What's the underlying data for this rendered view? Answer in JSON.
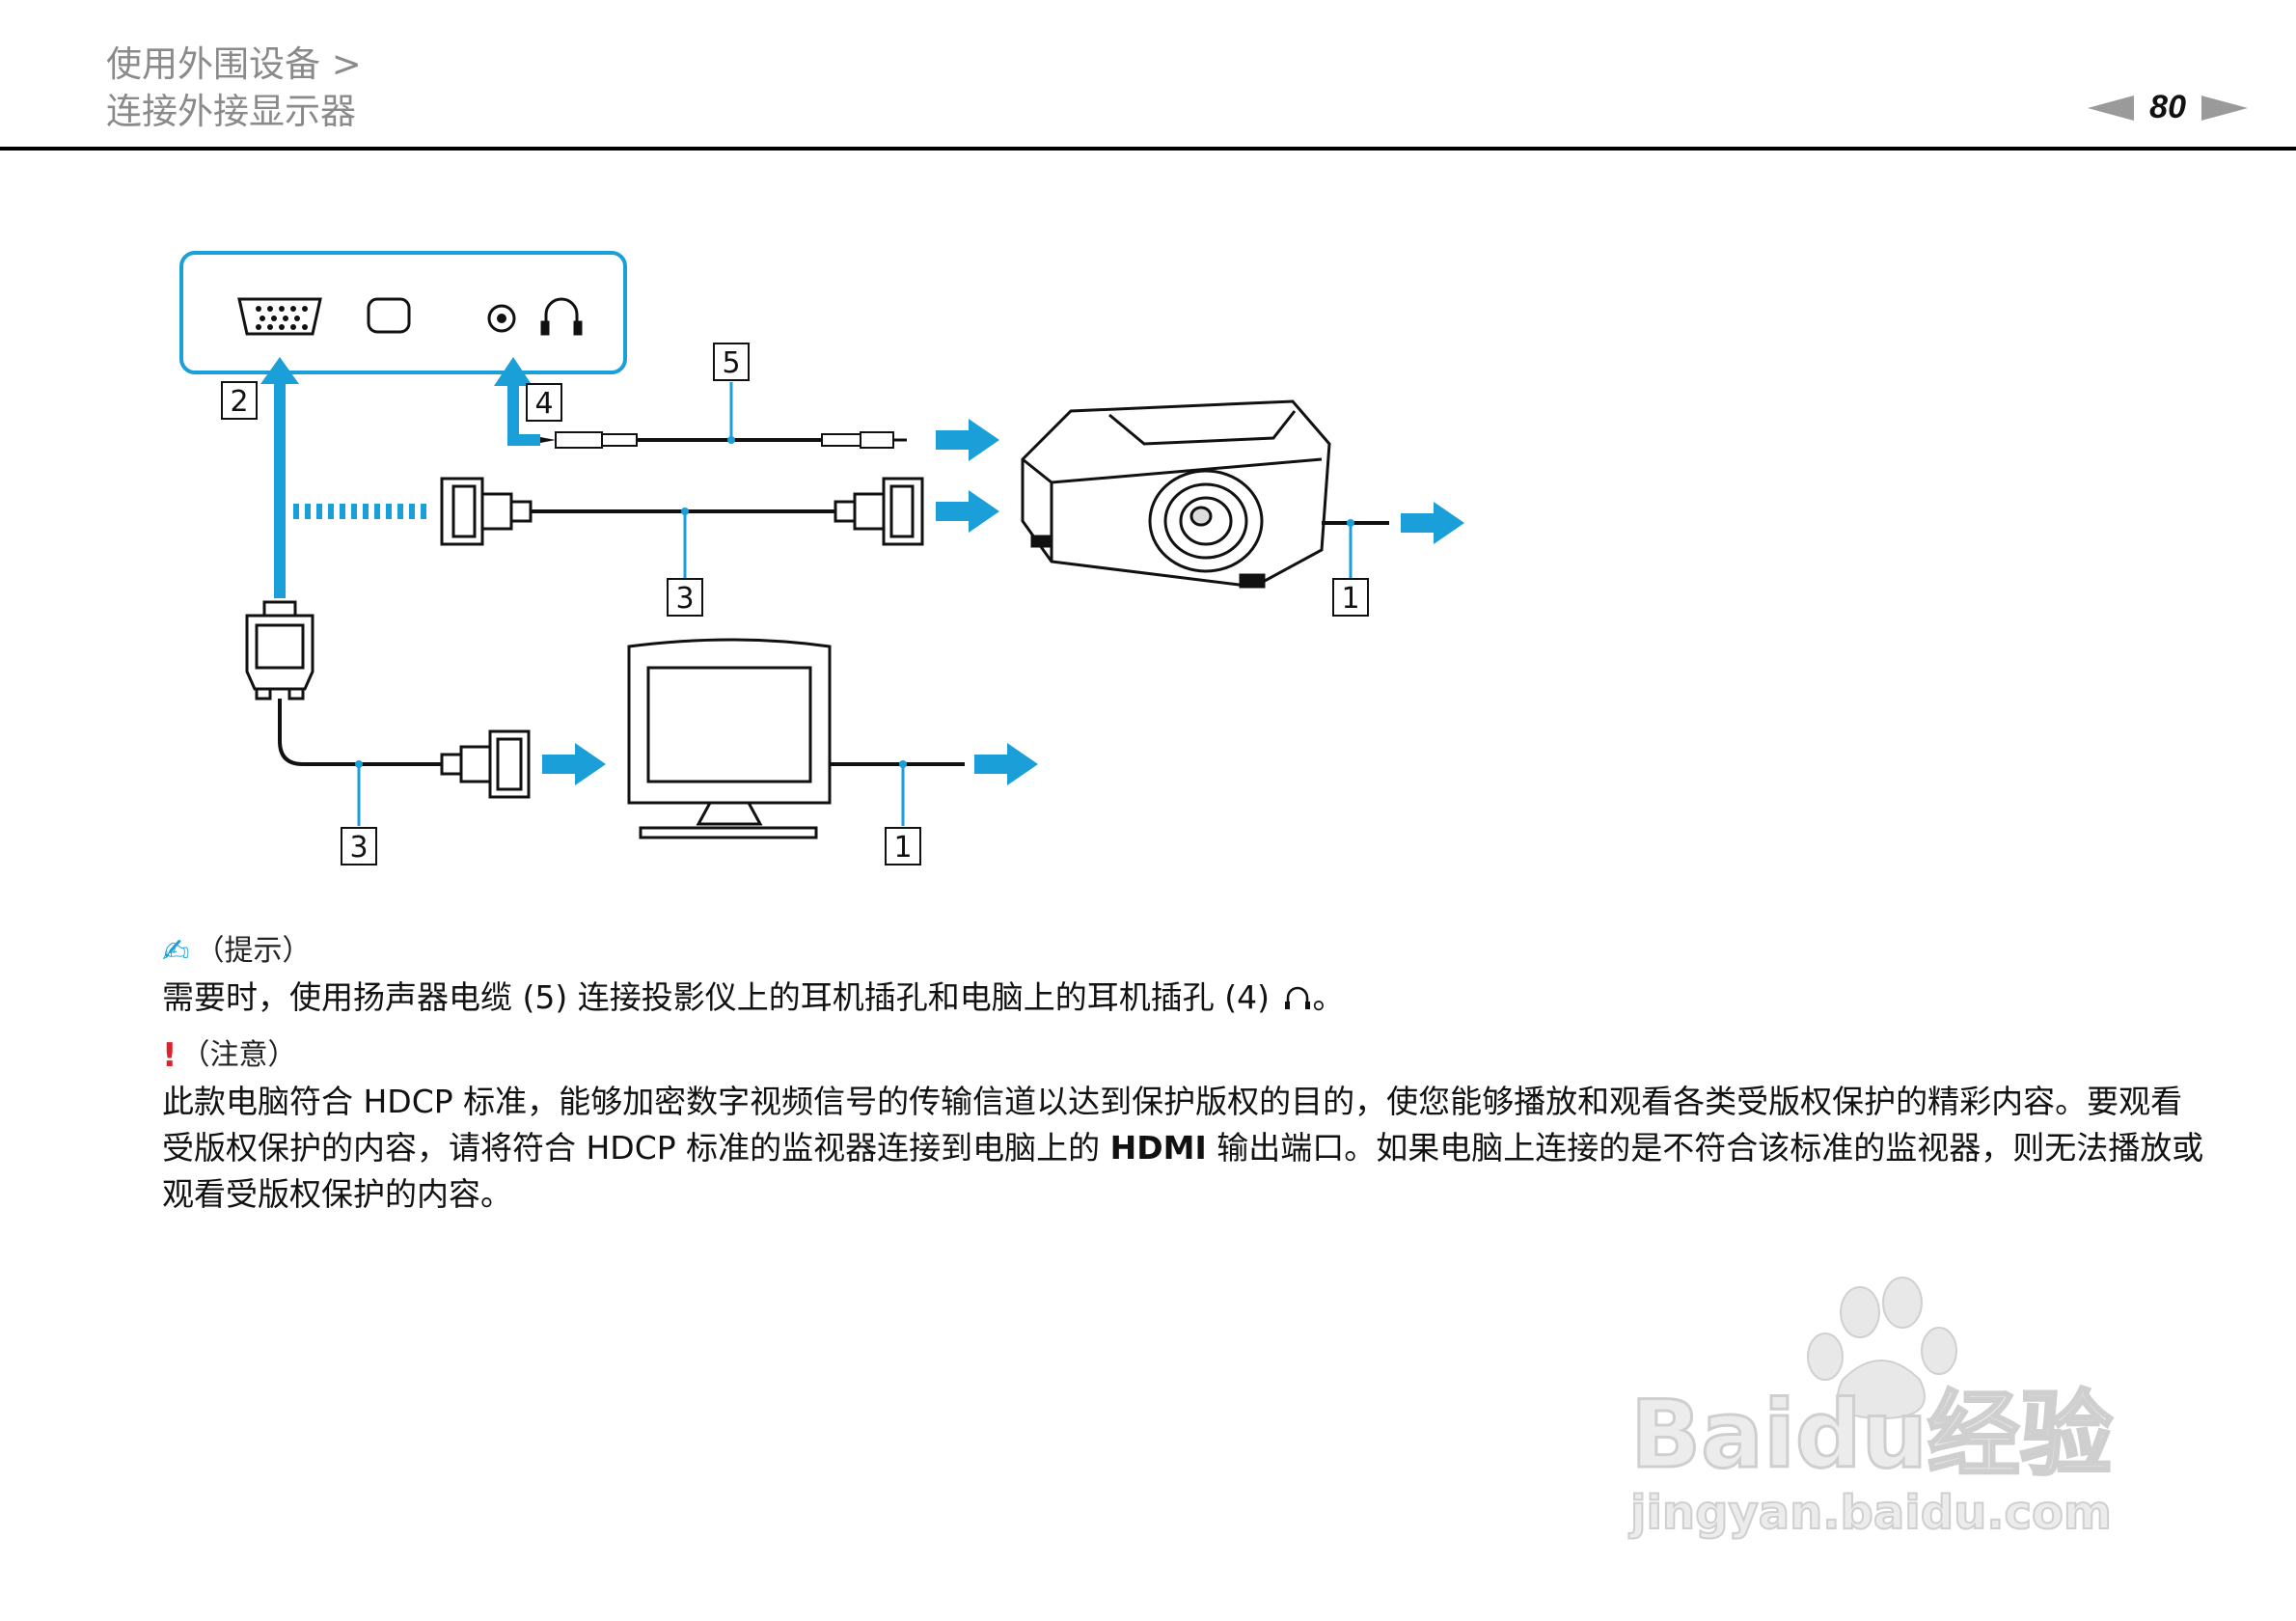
{
  "header": {
    "breadcrumb_line1": "使用外围设备 >",
    "breadcrumb_line2": "连接外接显示器",
    "page_number": "80"
  },
  "diagram": {
    "labels": {
      "l1_projector": "1",
      "l1_monitor": "1",
      "l2": "2",
      "l3_projector": "3",
      "l3_monitor": "3",
      "l4": "4",
      "l5": "5"
    },
    "colors": {
      "accent": "#1a9fd8",
      "line": "#111111"
    }
  },
  "hint": {
    "title": "（提示）",
    "text_before_icon": "需要时，使用扬声器电缆 (5) 连接投影仪上的耳机插孔和电脑上的耳机插孔 (4)",
    "text_after_icon": "。",
    "icon": "headphone-icon"
  },
  "note": {
    "title": "（注意）",
    "text_part1": "此款电脑符合 HDCP 标准，能够加密数字视频信号的传输信道以达到保护版权的目的，使您能够播放和观看各类受版权保护的精彩内容。要观看受版权保护的内容，请将符合 HDCP 标准的监视器连接到电脑上的 ",
    "text_bold": "HDMI",
    "text_part2": " 输出端口。如果电脑上连接的是不符合该标准的监视器，则无法播放或观看受版权保护的内容。"
  },
  "watermark": {
    "brand": "Baidu经验",
    "url": "jingyan.baidu.com"
  }
}
